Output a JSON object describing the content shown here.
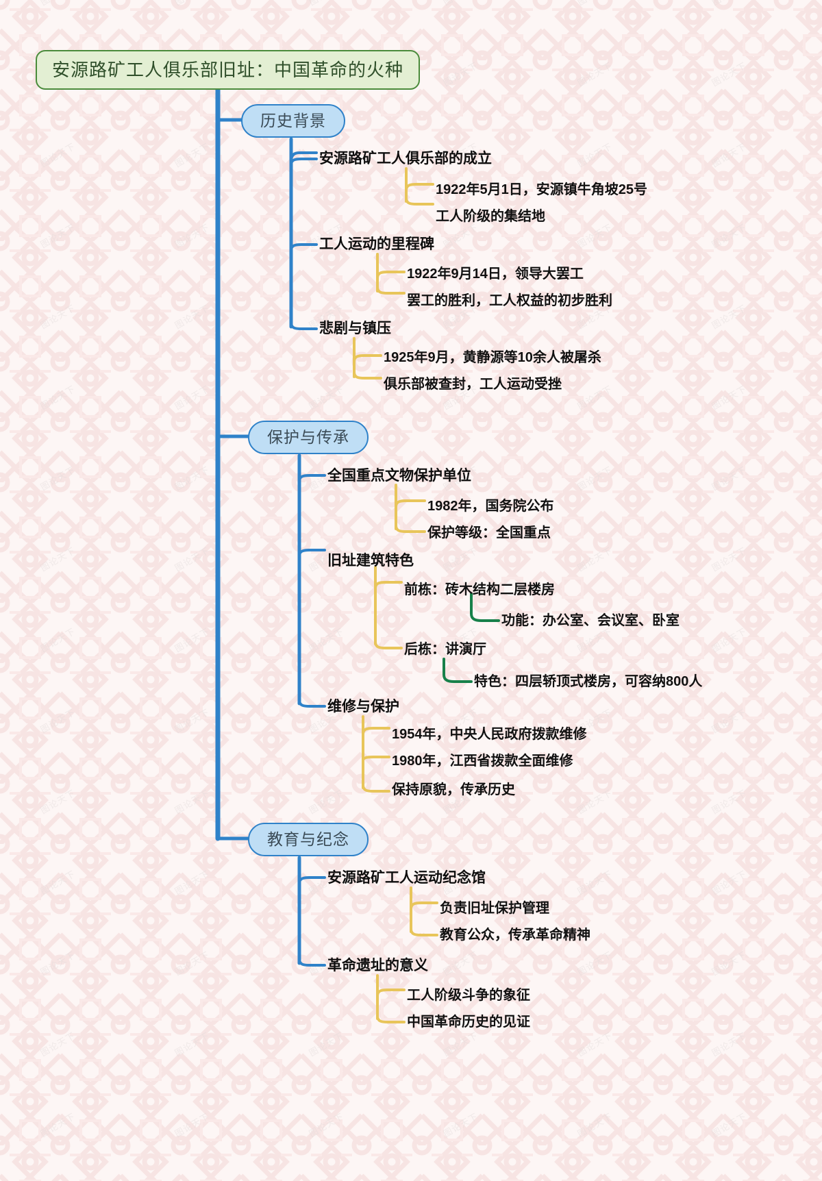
{
  "theme": {
    "background": "#fdf6f5",
    "pattern_color": "#f8e7e6",
    "root_fill": "#e3efd3",
    "root_stroke": "#4a8b3b",
    "root_text": "#2f4f2a",
    "branch_fill": "#bfdef5",
    "branch_stroke": "#2f82c9",
    "branch_text": "#3a4a55",
    "edge_blue": "#2f82c9",
    "edge_yellow": "#e8c55a",
    "edge_green": "#17804a",
    "text_color": "#111111"
  },
  "watermark": {
    "text": "图论天下"
  },
  "root": {
    "label": "安源路矿工人俱乐部旧址：中国革命的火种"
  },
  "branches": [
    {
      "label": "历史背景",
      "children": [
        {
          "label": "安源路矿工人俱乐部的成立",
          "children": [
            {
              "label": "1922年5月1日，安源镇牛角坡25号"
            },
            {
              "label": "工人阶级的集结地"
            }
          ]
        },
        {
          "label": "工人运动的里程碑",
          "children": [
            {
              "label": "1922年9月14日，领导大罢工"
            },
            {
              "label": "罢工的胜利，工人权益的初步胜利"
            }
          ]
        },
        {
          "label": "悲剧与镇压",
          "children": [
            {
              "label": "1925年9月，黄静源等10余人被屠杀"
            },
            {
              "label": "俱乐部被查封，工人运动受挫"
            }
          ]
        }
      ]
    },
    {
      "label": "保护与传承",
      "children": [
        {
          "label": "全国重点文物保护单位",
          "children": [
            {
              "label": "1982年，国务院公布"
            },
            {
              "label": "保护等级：全国重点"
            }
          ]
        },
        {
          "label": "旧址建筑特色",
          "children": [
            {
              "label": "前栋：砖木结构二层楼房",
              "children": [
                {
                  "label": "功能：办公室、会议室、卧室"
                }
              ]
            },
            {
              "label": "后栋：讲演厅",
              "children": [
                {
                  "label": "特色：四层轿顶式楼房，可容纳800人"
                }
              ]
            }
          ]
        },
        {
          "label": "维修与保护",
          "children": [
            {
              "label": "1954年，中央人民政府拨款维修"
            },
            {
              "label": "1980年，江西省拨款全面维修"
            },
            {
              "label": "保持原貌，传承历史"
            }
          ]
        }
      ]
    },
    {
      "label": "教育与纪念",
      "children": [
        {
          "label": "安源路矿工人运动纪念馆",
          "children": [
            {
              "label": "负责旧址保护管理"
            },
            {
              "label": "教育公众，传承革命精神"
            }
          ]
        },
        {
          "label": "革命遗址的意义",
          "children": [
            {
              "label": "工人阶级斗争的象征"
            },
            {
              "label": "中国革命历史的见证"
            }
          ]
        }
      ]
    }
  ],
  "nodes": {
    "root": {
      "label": "安源路矿工人俱乐部旧址：中国革命的火种"
    },
    "b1": {
      "label": "历史背景"
    },
    "b1c1": {
      "label": "安源路矿工人俱乐部的成立"
    },
    "b1c1g1": {
      "label": "1922年5月1日，安源镇牛角坡25号"
    },
    "b1c1g2": {
      "label": "工人阶级的集结地"
    },
    "b1c2": {
      "label": "工人运动的里程碑"
    },
    "b1c2g1": {
      "label": "1922年9月14日，领导大罢工"
    },
    "b1c2g2": {
      "label": "罢工的胜利，工人权益的初步胜利"
    },
    "b1c3": {
      "label": "悲剧与镇压"
    },
    "b1c3g1": {
      "label": "1925年9月，黄静源等10余人被屠杀"
    },
    "b1c3g2": {
      "label": "俱乐部被查封，工人运动受挫"
    },
    "b2": {
      "label": "保护与传承"
    },
    "b2c1": {
      "label": "全国重点文物保护单位"
    },
    "b2c1g1": {
      "label": "1982年，国务院公布"
    },
    "b2c1g2": {
      "label": "保护等级：全国重点"
    },
    "b2c2": {
      "label": "旧址建筑特色"
    },
    "b2c2g1": {
      "label": "前栋：砖木结构二层楼房"
    },
    "b2c2g1h1": {
      "label": "功能：办公室、会议室、卧室"
    },
    "b2c2g2": {
      "label": "后栋：讲演厅"
    },
    "b2c2g2h1": {
      "label": "特色：四层轿顶式楼房，可容纳800人"
    },
    "b2c3": {
      "label": "维修与保护"
    },
    "b2c3g1": {
      "label": "1954年，中央人民政府拨款维修"
    },
    "b2c3g2": {
      "label": "1980年，江西省拨款全面维修"
    },
    "b2c3g3": {
      "label": "保持原貌，传承历史"
    },
    "b3": {
      "label": "教育与纪念"
    },
    "b3c1": {
      "label": "安源路矿工人运动纪念馆"
    },
    "b3c1g1": {
      "label": "负责旧址保护管理"
    },
    "b3c1g2": {
      "label": "教育公众，传承革命精神"
    },
    "b3c2": {
      "label": "革命遗址的意义"
    },
    "b3c2g1": {
      "label": "工人阶级斗争的象征"
    },
    "b3c2g2": {
      "label": "中国革命历史的见证"
    }
  }
}
